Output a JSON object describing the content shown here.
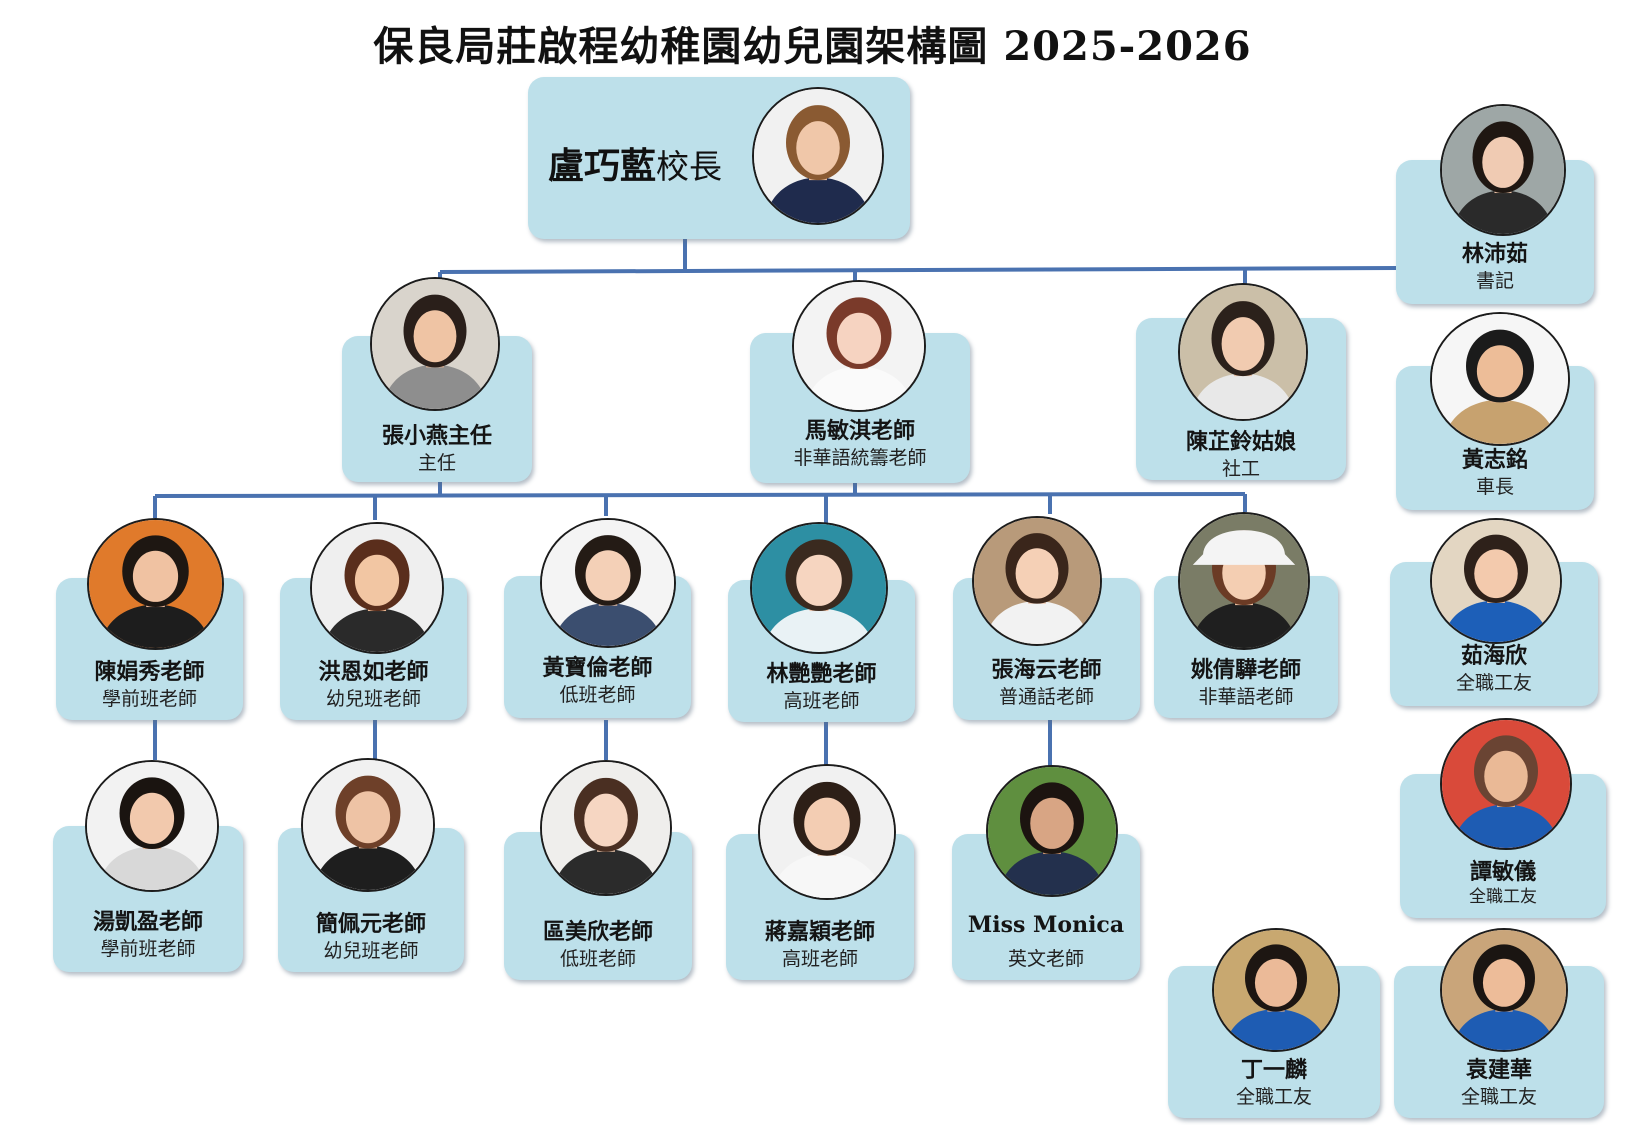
{
  "title": "保良局莊啟程幼稚園幼兒園架構圖 2025-2026",
  "principal": {
    "name": "盧巧藍",
    "role": "校長"
  },
  "management": [
    {
      "name": "張小燕主任",
      "role": "主任"
    },
    {
      "name": "馬敏淇老師",
      "role": "非華語統籌老師"
    },
    {
      "name": "陳芷鈴姑娘",
      "role": "社工"
    }
  ],
  "teachers_row1": [
    {
      "name": "陳娟秀老師",
      "role": "學前班老師"
    },
    {
      "name": "洪恩如老師",
      "role": "幼兒班老師"
    },
    {
      "name": "黃寶倫老師",
      "role": "低班老師"
    },
    {
      "name": "林艷艷老師",
      "role": "高班老師"
    },
    {
      "name": "張海云老師",
      "role": "普通話老師"
    },
    {
      "name": "姚倩驊老師",
      "role": "非華語老師"
    }
  ],
  "teachers_row2": [
    {
      "name": "湯凱盈老師",
      "role": "學前班老師"
    },
    {
      "name": "簡佩元老師",
      "role": "幼兒班老師"
    },
    {
      "name": "區美欣老師",
      "role": "低班老師"
    },
    {
      "name": "蔣嘉穎老師",
      "role": "高班老師"
    },
    {
      "name": "Miss Monica",
      "role": "英文老師"
    }
  ],
  "support": [
    {
      "name": "林沛茹",
      "role": "書記"
    },
    {
      "name": "黃志銘",
      "role": "車長"
    },
    {
      "name": "茹海欣",
      "role": "全職工友"
    },
    {
      "name": "譚敏儀",
      "role": "全職工友"
    },
    {
      "name": "丁一麟",
      "role": "全職工友"
    },
    {
      "name": "袁建華",
      "role": "全職工友"
    }
  ],
  "colors": {
    "card": "#bde0ea",
    "line": "#4a72b0",
    "title": "#111111"
  }
}
